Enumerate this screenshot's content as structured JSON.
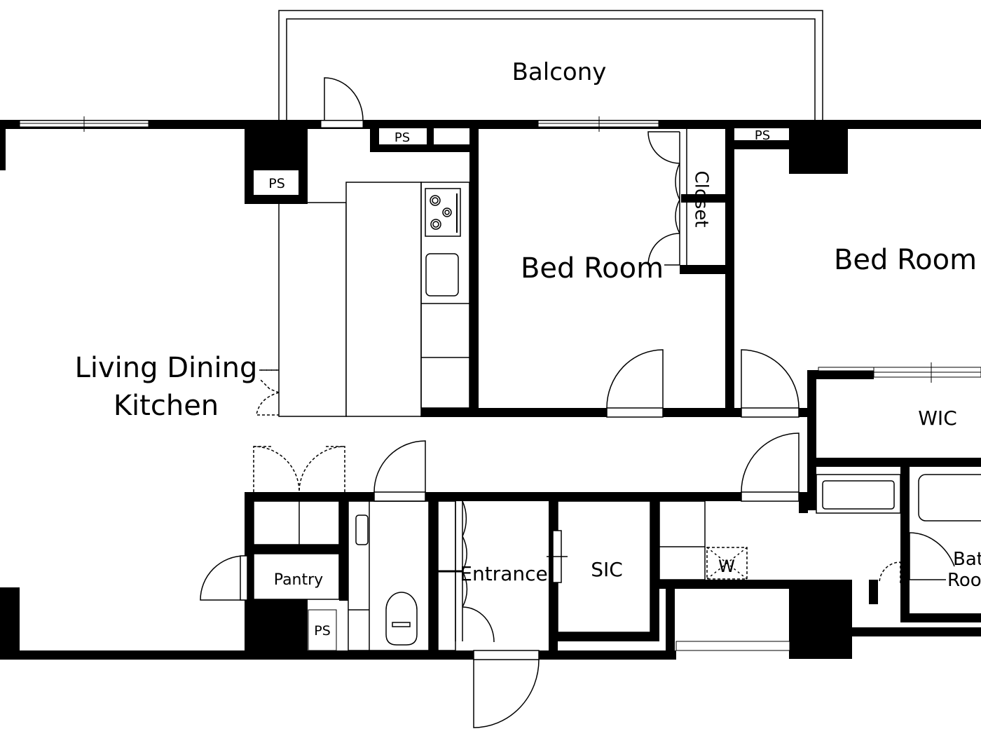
{
  "plan": {
    "type": "apartment floor plan",
    "colors": {
      "wall": "#000000",
      "background": "#ffffff",
      "line": "#000000"
    }
  },
  "rooms": {
    "balcony": "Balcony",
    "ldk_line1": "Living Dining",
    "ldk_line2": "Kitchen",
    "bedroom1": "Bed Room",
    "bedroom2": "Bed Room",
    "closet": "Closet",
    "wic": "WIC",
    "entrance": "Entrance",
    "sic": "SIC",
    "pantry": "Pantry",
    "bathroom_line1": "Bat",
    "bathroom_line2": "Roo",
    "washer": "W"
  },
  "pipe_spaces": {
    "ps1": "PS",
    "ps2": "PS",
    "ps3": "PS",
    "ps4": "PS"
  }
}
